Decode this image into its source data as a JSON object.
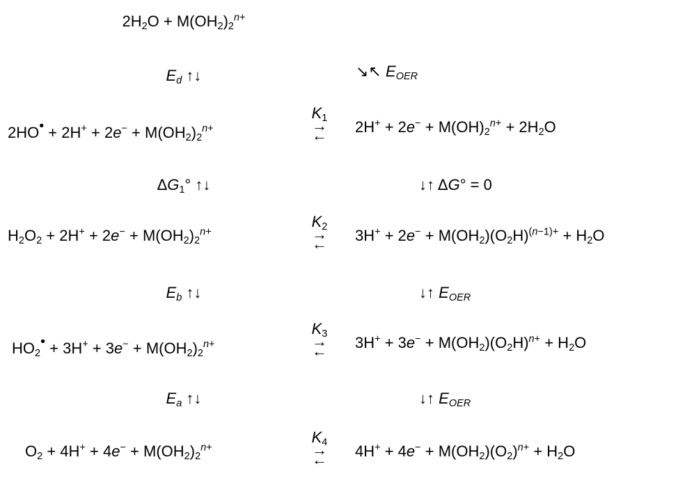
{
  "species": {
    "top": "2H₂O + M(OH₂)₂ⁿ⁺",
    "left_1": "2HO• + 2H⁺ + 2e⁻ + M(OH₂)₂ⁿ⁺",
    "left_2": "H₂O₂ + 2H⁺ + 2e⁻ + M(OH₂)₂ⁿ⁺",
    "left_3": "HO₂• + 3H⁺ + 3e⁻ + M(OH₂)₂ⁿ⁺",
    "left_4": "O₂ + 4H⁺ + 4e⁻ + M(OH₂)₂ⁿ⁺",
    "right_1": "2H⁺ + 2e⁻ + M(OH)₂ⁿ⁺ + 2H₂O",
    "right_2": "3H⁺ + 2e⁻ + M(OH₂)(O₂H)⁽ⁿ⁻¹⁾⁺ + H₂O",
    "right_3": "3H⁺ + 3e⁻ + M(OH₂)(O₂H)ⁿ⁺ + H₂O",
    "right_4": "4H⁺ + 4e⁻ + M(OH₂)(O₂)ⁿ⁺ + H₂O"
  },
  "labels": {
    "Ed": "Ed ↑↓",
    "EOER_diag": "↘↖ EOER",
    "dG1": "ΔG1° ↑↓",
    "dG0": "↓↑ ΔG° = 0",
    "Eb": "Eb ↑↓",
    "EOER_2": "↓↑ EOER",
    "Ea": "Ea ↑↓",
    "EOER_3": "↓↑ EOER"
  },
  "equilibria": [
    "K1",
    "K2",
    "K3",
    "K4"
  ]
}
